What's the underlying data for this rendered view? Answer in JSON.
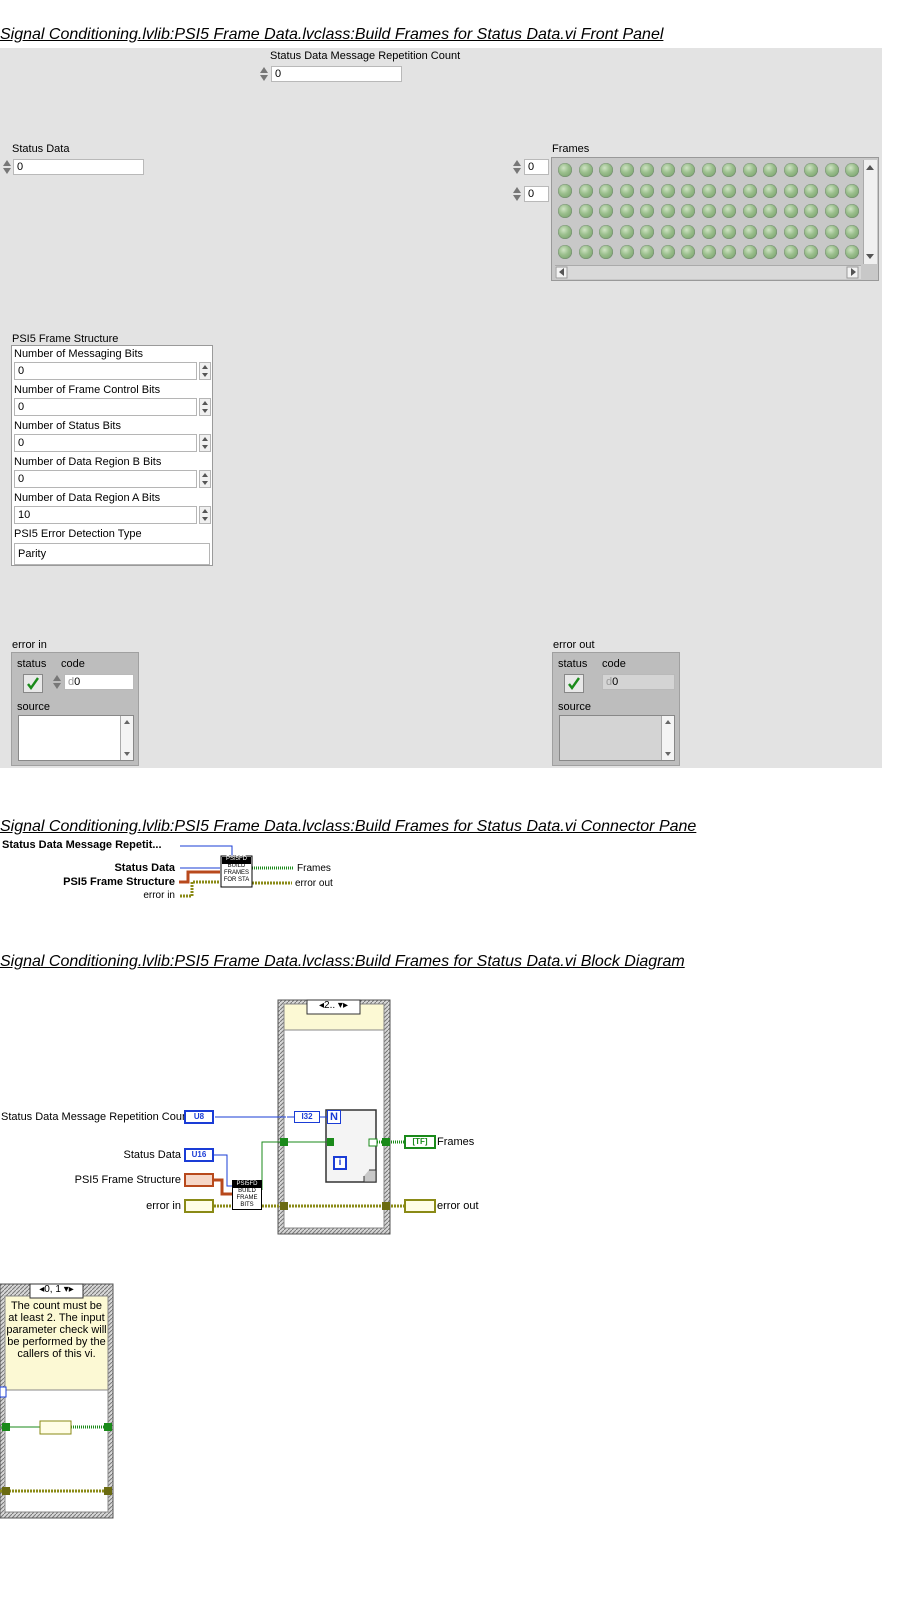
{
  "headings": {
    "front_panel": "Signal Conditioning.lvlib:PSI5 Frame Data.lvclass:Build Frames for Status Data.vi Front Panel",
    "connector_pane": "Signal Conditioning.lvlib:PSI5 Frame Data.lvclass:Build Frames for Status Data.vi Connector Pane",
    "block_diagram": "Signal Conditioning.lvlib:PSI5 Frame Data.lvclass:Build Frames for Status Data.vi Block Diagram"
  },
  "front_panel": {
    "repetition_count": {
      "label": "Status Data Message Repetition Count",
      "value": "0"
    },
    "status_data": {
      "label": "Status Data",
      "value": "0"
    },
    "frames": {
      "label": "Frames",
      "index_row": "0",
      "index_col": "0"
    },
    "frame_structure": {
      "label": "PSI5 Frame Structure",
      "fields": [
        {
          "label": "Number of Messaging Bits",
          "value": "0"
        },
        {
          "label": "Number of Frame Control Bits",
          "value": "0"
        },
        {
          "label": "Number of Status Bits",
          "value": "0"
        },
        {
          "label": "Number of Data Region B Bits",
          "value": "0"
        },
        {
          "label": "Number of Data Region A Bits",
          "value": "10"
        }
      ],
      "error_detection": {
        "label": "PSI5 Error Detection Type",
        "value": "Parity"
      }
    },
    "error_in": {
      "label": "error in",
      "status_label": "status",
      "code_label": "code",
      "code_value": "0",
      "source_label": "source"
    },
    "error_out": {
      "label": "error out",
      "status_label": "status",
      "code_label": "code",
      "code_value": "0",
      "source_label": "source"
    }
  },
  "connector_pane": {
    "inputs": [
      "Status Data Message Repetit...",
      "Status Data",
      "PSI5 Frame Structure",
      "error in"
    ],
    "outputs": [
      "Frames",
      "error out"
    ],
    "icon_lines": [
      "PSI5FD",
      "BUILD",
      "FRAMES",
      "FOR STA"
    ]
  },
  "block_diagram": {
    "case_selector": "2..",
    "terminals": {
      "repetition_count": "Status Data Message Repetition Count",
      "status_data": "Status Data",
      "frame_structure": "PSI5 Frame Structure",
      "error_in": "error in",
      "frames": "Frames",
      "error_out": "error out"
    },
    "type_tags": {
      "u8": "U8",
      "u16": "U16",
      "i32": "I32",
      "tf": "[TF]"
    },
    "loop_count": "N",
    "loop_index": "i",
    "subvi_lines": [
      "PSI5FD",
      "BUILD",
      "FRAME",
      "BITS"
    ],
    "case2": {
      "selector": "0, 1",
      "comment": "The count must be at least 2. The input parameter check will be performed by the callers of this vi."
    }
  }
}
